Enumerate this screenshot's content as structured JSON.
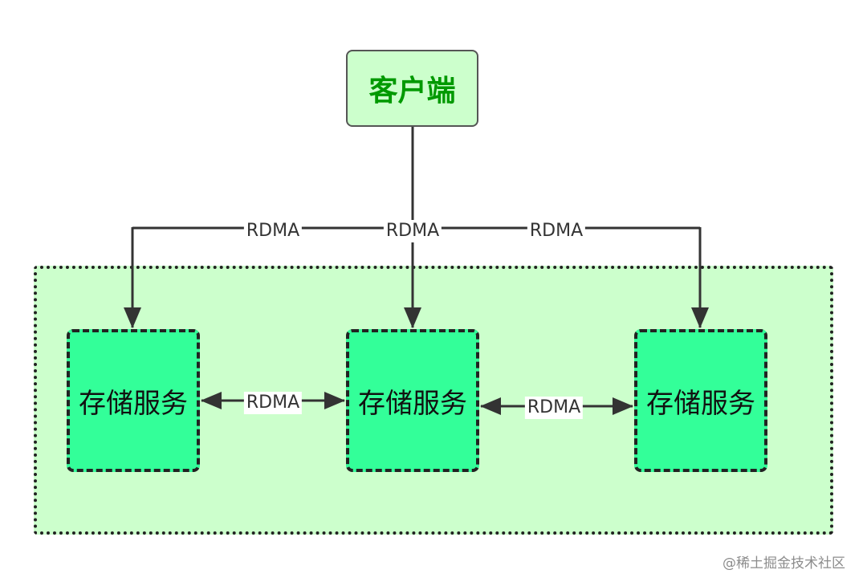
{
  "diagram": {
    "client_label": "客户端",
    "storage_nodes": [
      {
        "label": "存储服务"
      },
      {
        "label": "存储服务"
      },
      {
        "label": "存储服务"
      }
    ],
    "edges": [
      {
        "label": "RDMA"
      },
      {
        "label": "RDMA"
      },
      {
        "label": "RDMA"
      },
      {
        "label": "RDMA"
      },
      {
        "label": "RDMA"
      }
    ],
    "colors": {
      "cluster_fill": "#ccffcc",
      "client_fill": "#ccffcc",
      "client_text": "#009900",
      "node_fill": "#33ff99",
      "line": "#333333"
    }
  },
  "watermark": "@稀土掘金技术社区"
}
